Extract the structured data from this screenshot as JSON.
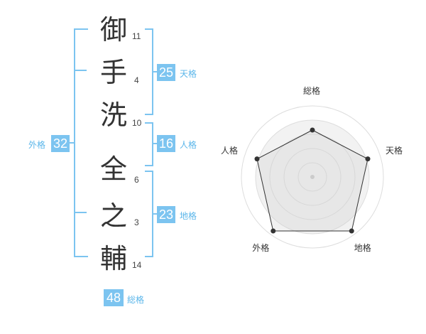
{
  "name": {
    "characters": [
      {
        "char": "御",
        "strokes": "11"
      },
      {
        "char": "手",
        "strokes": "4"
      },
      {
        "char": "洗",
        "strokes": "10"
      },
      {
        "char": "全",
        "strokes": "6"
      },
      {
        "char": "之",
        "strokes": "3"
      },
      {
        "char": "輔",
        "strokes": "14"
      }
    ]
  },
  "kakusu": {
    "tenkaku": {
      "value": "25",
      "label": "天格"
    },
    "jinkaku": {
      "value": "16",
      "label": "人格"
    },
    "chikaku": {
      "value": "23",
      "label": "地格"
    },
    "gaikaku": {
      "value": "32",
      "label": "外格"
    },
    "soukaku": {
      "value": "48",
      "label": "総格"
    }
  },
  "chart_data": {
    "type": "radar",
    "axes": [
      "総格",
      "天格",
      "地格",
      "外格",
      "人格"
    ],
    "values": [
      0.66,
      0.82,
      0.94,
      0.94,
      0.82
    ],
    "max": 1,
    "rings": 5
  },
  "colors": {
    "accent": "#7cc4f0",
    "accent_text": "#5bb6ea",
    "radar_fill": "#f0f0f0",
    "radar_line": "#333333"
  }
}
